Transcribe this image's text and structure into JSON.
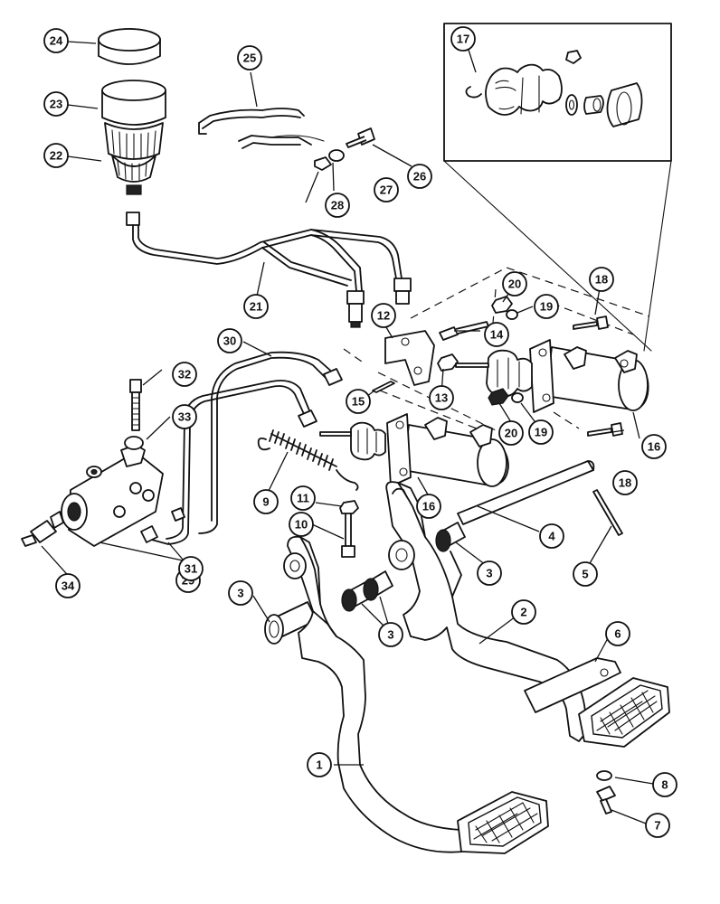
{
  "callouts": [
    {
      "id": "c1",
      "label": "1"
    },
    {
      "id": "c2",
      "label": "2"
    },
    {
      "id": "c3a",
      "label": "3"
    },
    {
      "id": "c3b",
      "label": "3"
    },
    {
      "id": "c3c",
      "label": "3"
    },
    {
      "id": "c4",
      "label": "4"
    },
    {
      "id": "c5",
      "label": "5"
    },
    {
      "id": "c6",
      "label": "6"
    },
    {
      "id": "c7",
      "label": "7"
    },
    {
      "id": "c8",
      "label": "8"
    },
    {
      "id": "c9",
      "label": "9"
    },
    {
      "id": "c10",
      "label": "10"
    },
    {
      "id": "c11",
      "label": "11"
    },
    {
      "id": "c12",
      "label": "12"
    },
    {
      "id": "c13",
      "label": "13"
    },
    {
      "id": "c14",
      "label": "14"
    },
    {
      "id": "c15",
      "label": "15"
    },
    {
      "id": "c16a",
      "label": "16"
    },
    {
      "id": "c16b",
      "label": "16"
    },
    {
      "id": "c17",
      "label": "17"
    },
    {
      "id": "c18a",
      "label": "18"
    },
    {
      "id": "c18b",
      "label": "18"
    },
    {
      "id": "c19a",
      "label": "19"
    },
    {
      "id": "c19b",
      "label": "19"
    },
    {
      "id": "c20a",
      "label": "20"
    },
    {
      "id": "c20b",
      "label": "20"
    },
    {
      "id": "c21",
      "label": "21"
    },
    {
      "id": "c22",
      "label": "22"
    },
    {
      "id": "c23",
      "label": "23"
    },
    {
      "id": "c24",
      "label": "24"
    },
    {
      "id": "c25",
      "label": "25"
    },
    {
      "id": "c26",
      "label": "26"
    },
    {
      "id": "c27",
      "label": "27"
    },
    {
      "id": "c28",
      "label": "28"
    },
    {
      "id": "c29",
      "label": "29"
    },
    {
      "id": "c30",
      "label": "30"
    },
    {
      "id": "c31",
      "label": "31"
    },
    {
      "id": "c32",
      "label": "32"
    },
    {
      "id": "c33",
      "label": "33"
    },
    {
      "id": "c34",
      "label": "34"
    }
  ]
}
